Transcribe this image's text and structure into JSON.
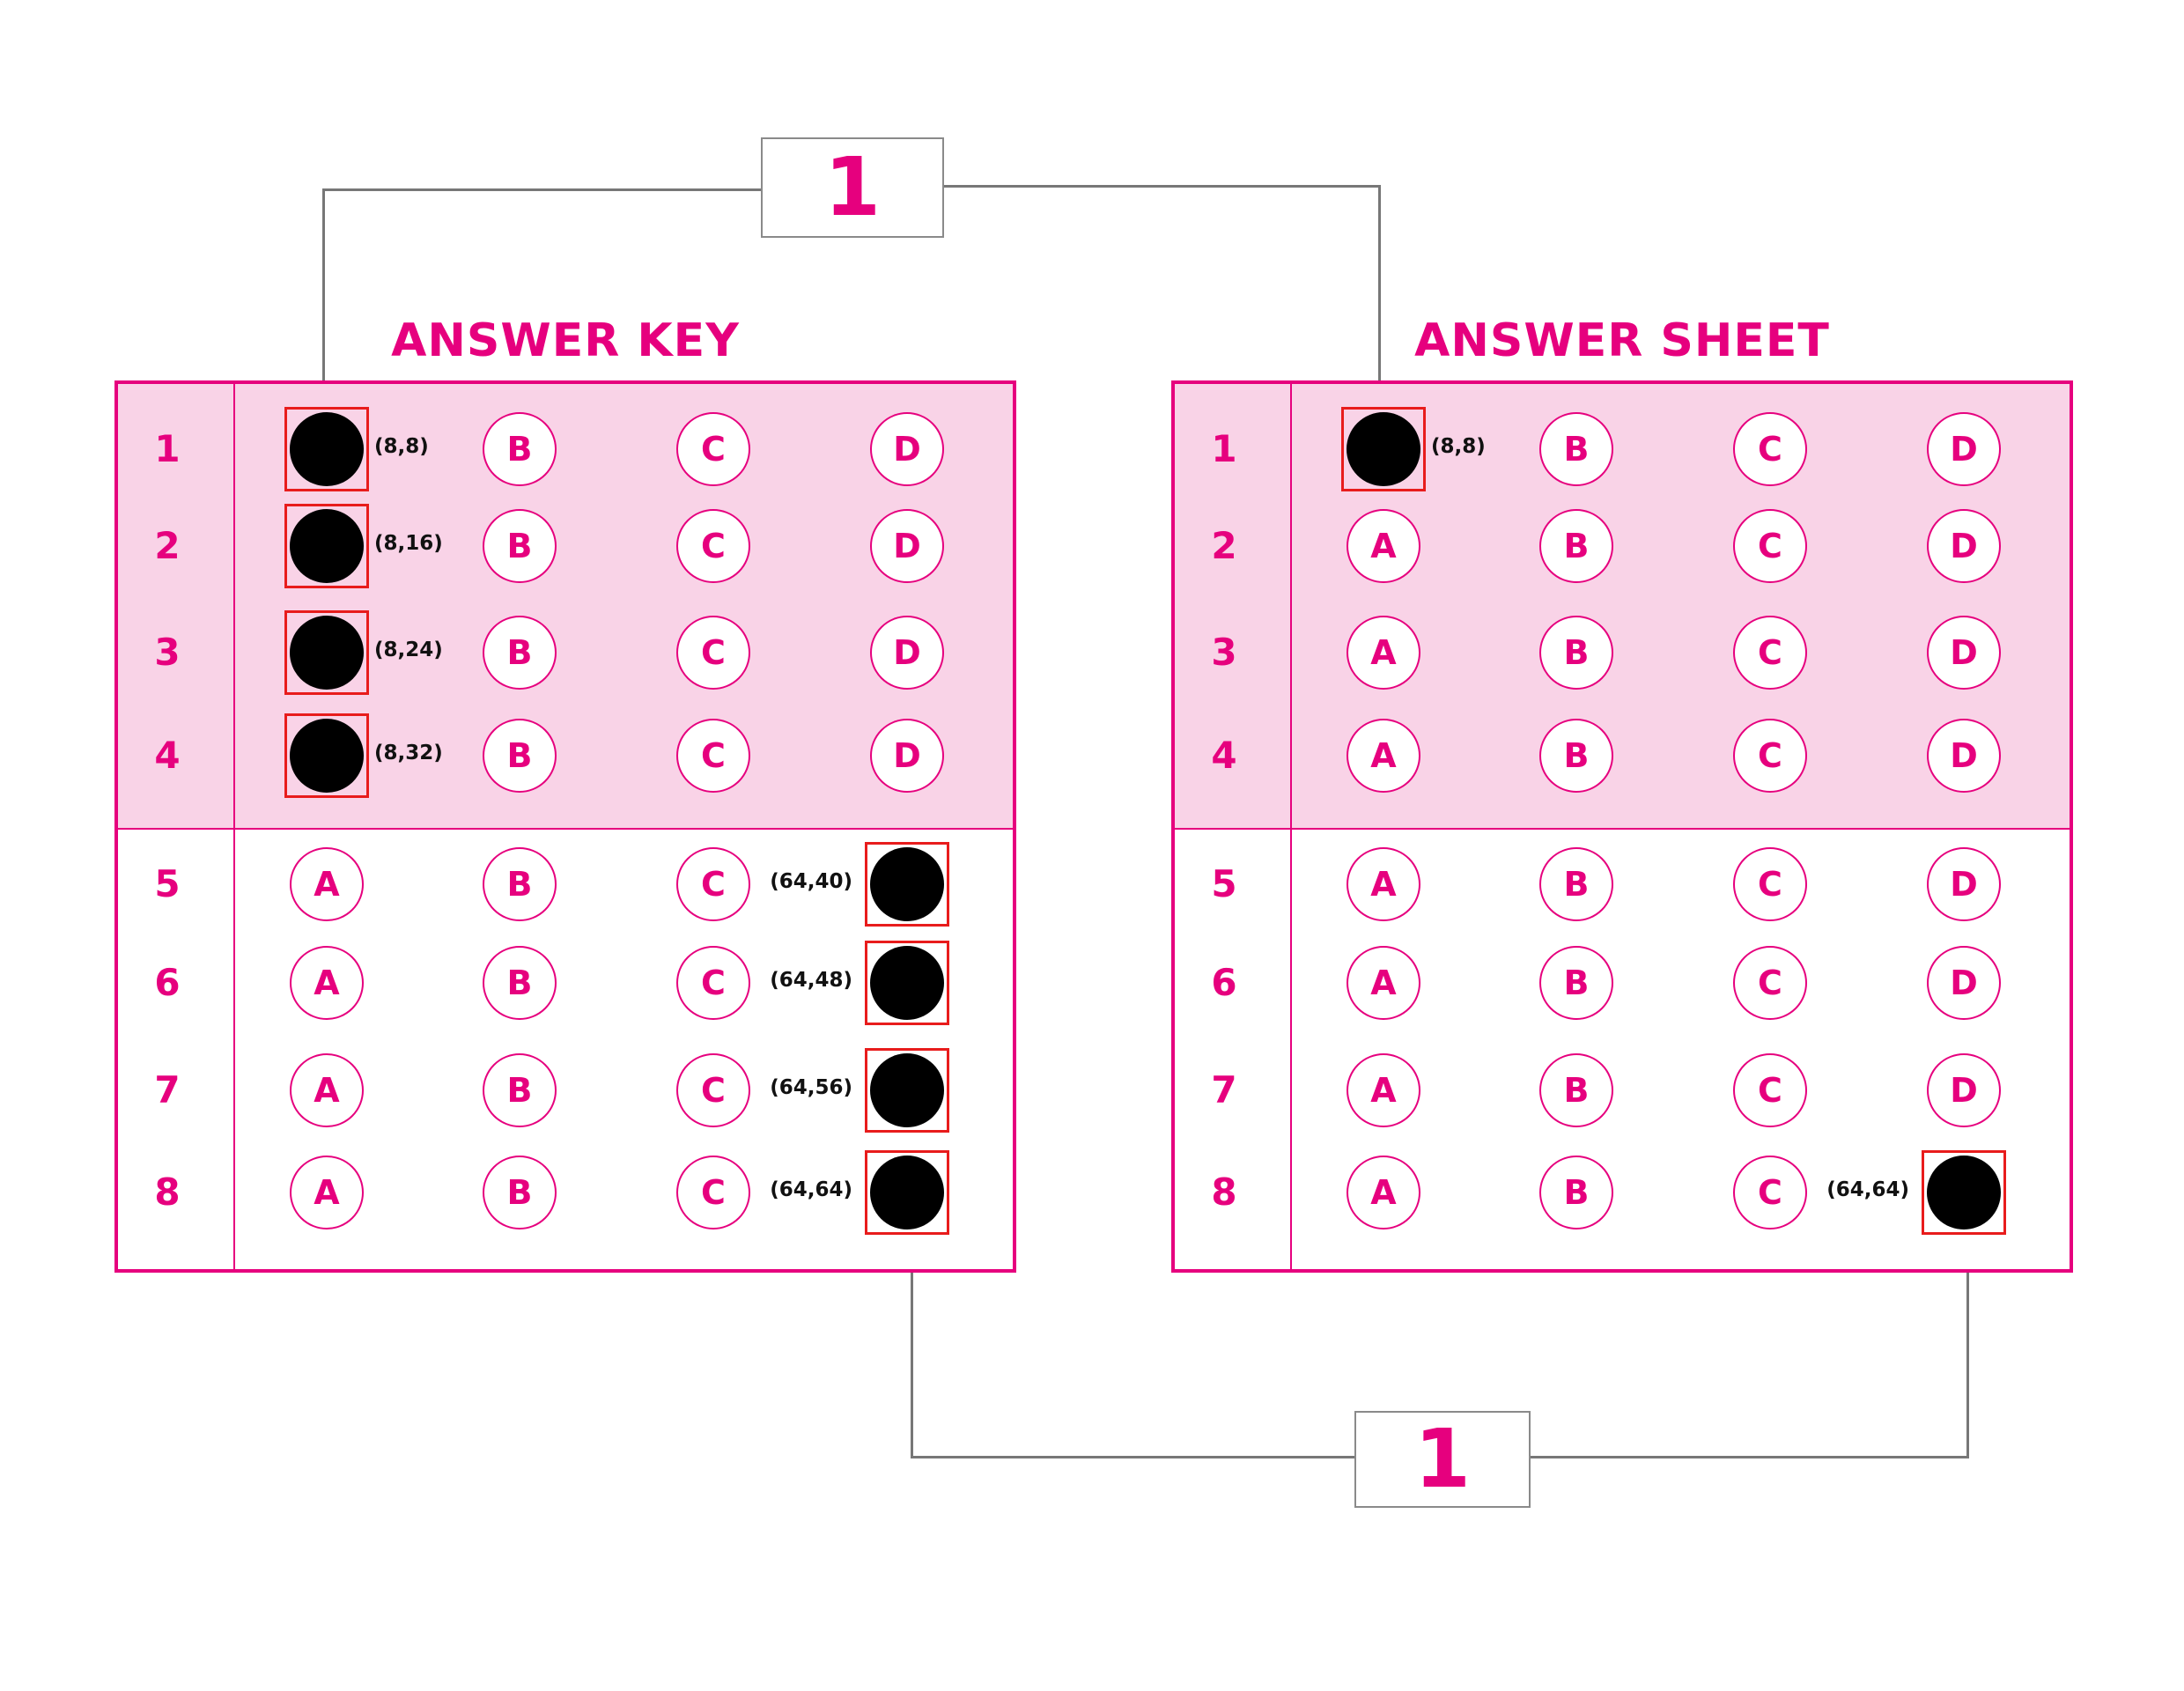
{
  "connectors": {
    "top_score": "1",
    "bottom_score": "1"
  },
  "colors": {
    "accent": "#e6007e",
    "band": "#f9d3e7",
    "mark_outline": "#e81c1c",
    "connector": "#777777"
  },
  "options": [
    "A",
    "B",
    "C",
    "D"
  ],
  "sheets": [
    {
      "id": "answer-key",
      "title": "ANSWER KEY",
      "rows": [
        {
          "num": "1",
          "filled": 0,
          "coord": "(8,8)"
        },
        {
          "num": "2",
          "filled": 0,
          "coord": "(8,16)"
        },
        {
          "num": "3",
          "filled": 0,
          "coord": "(8,24)"
        },
        {
          "num": "4",
          "filled": 0,
          "coord": "(8,32)"
        },
        {
          "num": "5",
          "filled": 3,
          "coord": "(64,40)"
        },
        {
          "num": "6",
          "filled": 3,
          "coord": "(64,48)"
        },
        {
          "num": "7",
          "filled": 3,
          "coord": "(64,56)"
        },
        {
          "num": "8",
          "filled": 3,
          "coord": "(64,64)"
        }
      ]
    },
    {
      "id": "answer-sheet",
      "title": "ANSWER SHEET",
      "rows": [
        {
          "num": "1",
          "filled": 0,
          "coord": "(8,8)"
        },
        {
          "num": "2",
          "filled": null,
          "coord": ""
        },
        {
          "num": "3",
          "filled": null,
          "coord": ""
        },
        {
          "num": "4",
          "filled": null,
          "coord": ""
        },
        {
          "num": "5",
          "filled": null,
          "coord": ""
        },
        {
          "num": "6",
          "filled": null,
          "coord": ""
        },
        {
          "num": "7",
          "filled": null,
          "coord": ""
        },
        {
          "num": "8",
          "filled": 3,
          "coord": "(64,64)"
        }
      ]
    }
  ]
}
